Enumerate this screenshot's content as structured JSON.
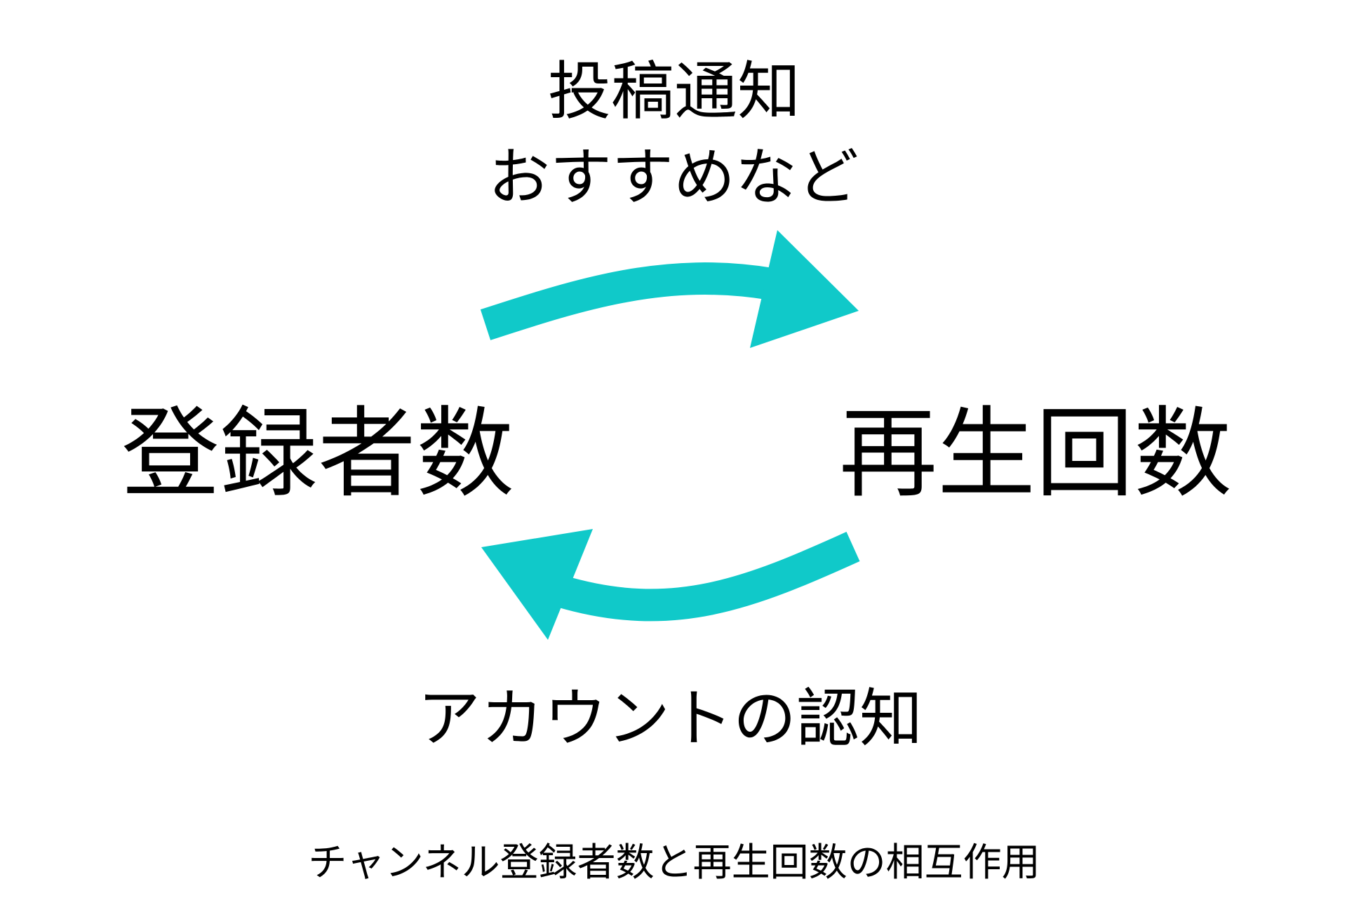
{
  "top_label": {
    "line1": "投稿通知",
    "line2": "おすすめなど"
  },
  "left_node": "登録者数",
  "right_node": "再生回数",
  "bottom_label": "アカウントの認知",
  "caption": "チャンネル登録者数と再生回数の相互作用",
  "colors": {
    "arrow": "#10C9C9",
    "text": "#000000",
    "background": "#FFFFFF"
  },
  "arrows": [
    {
      "from": "登録者数",
      "to": "再生回数",
      "label": "投稿通知 おすすめなど"
    },
    {
      "from": "再生回数",
      "to": "登録者数",
      "label": "アカウントの認知"
    }
  ]
}
